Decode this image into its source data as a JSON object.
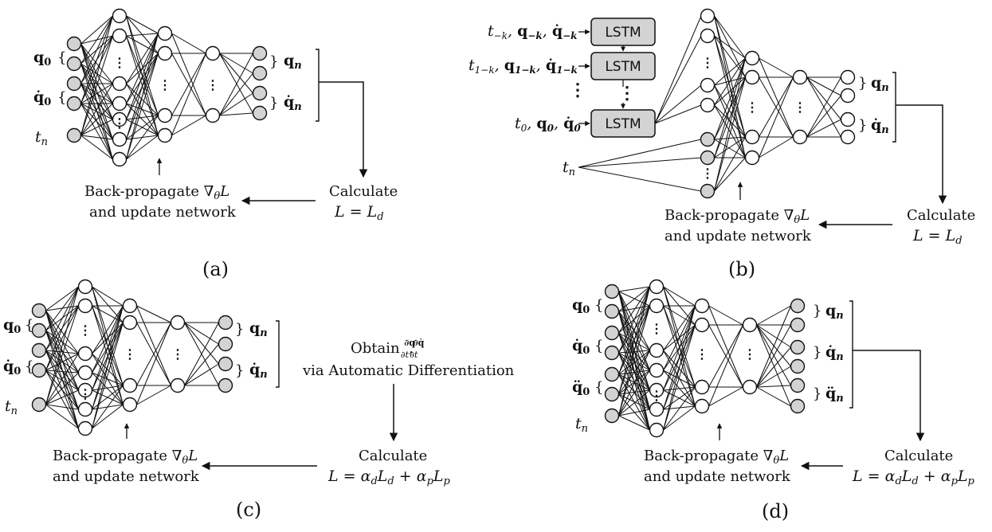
{
  "panels": {
    "a": {
      "tag": "(a)",
      "inputs": [
        "q0",
        "q̇0",
        "tn"
      ],
      "outputs": [
        "qn",
        "q̇n"
      ],
      "backprop_line1": "Back-propagate  ∇θL",
      "backprop_line2": "and update network",
      "calc_line1": "Calculate",
      "calc_line2": "L  =  Ld"
    },
    "b": {
      "tag": "(b)",
      "lstm_label": "LSTM",
      "lstm_inputs": [
        "t−k, q−k, q̇−k",
        "t1−k, q1−k, q̇1−k",
        "t0, q0, q̇0"
      ],
      "time_input": "tn",
      "outputs": [
        "qn",
        "q̇n"
      ],
      "backprop_line1": "Back-propagate  ∇θL",
      "backprop_line2": "and update network",
      "calc_line1": "Calculate",
      "calc_line2": "L  =  Ld"
    },
    "c": {
      "tag": "(c)",
      "inputs": [
        "q0",
        "q̇0",
        "tn"
      ],
      "outputs": [
        "qn",
        "q̇n"
      ],
      "ad_line1": "Obtain ∂q/∂t, ∂q̇/∂t",
      "ad_line2": "via Automatic Differentiation",
      "backprop_line1": "Back-propagate  ∇θL",
      "backprop_line2": "and update network",
      "calc_line1": "Calculate",
      "calc_line2": "L  =  αd Ld + αp Lp"
    },
    "d": {
      "tag": "(d)",
      "inputs": [
        "q0",
        "q̇0",
        "q̈0",
        "tn"
      ],
      "outputs": [
        "qn",
        "q̇n",
        "q̈n"
      ],
      "backprop_line1": "Back-propagate  ∇θL",
      "backprop_line2": "and update network",
      "calc_line1": "Calculate",
      "calc_line2": "L  =  αd Ld + αp Lp"
    }
  },
  "colors": {
    "node_gray": "#d3d3d3",
    "node_white": "#ffffff",
    "lstm_fill": "#d3d3d3",
    "stroke": "#111111"
  }
}
